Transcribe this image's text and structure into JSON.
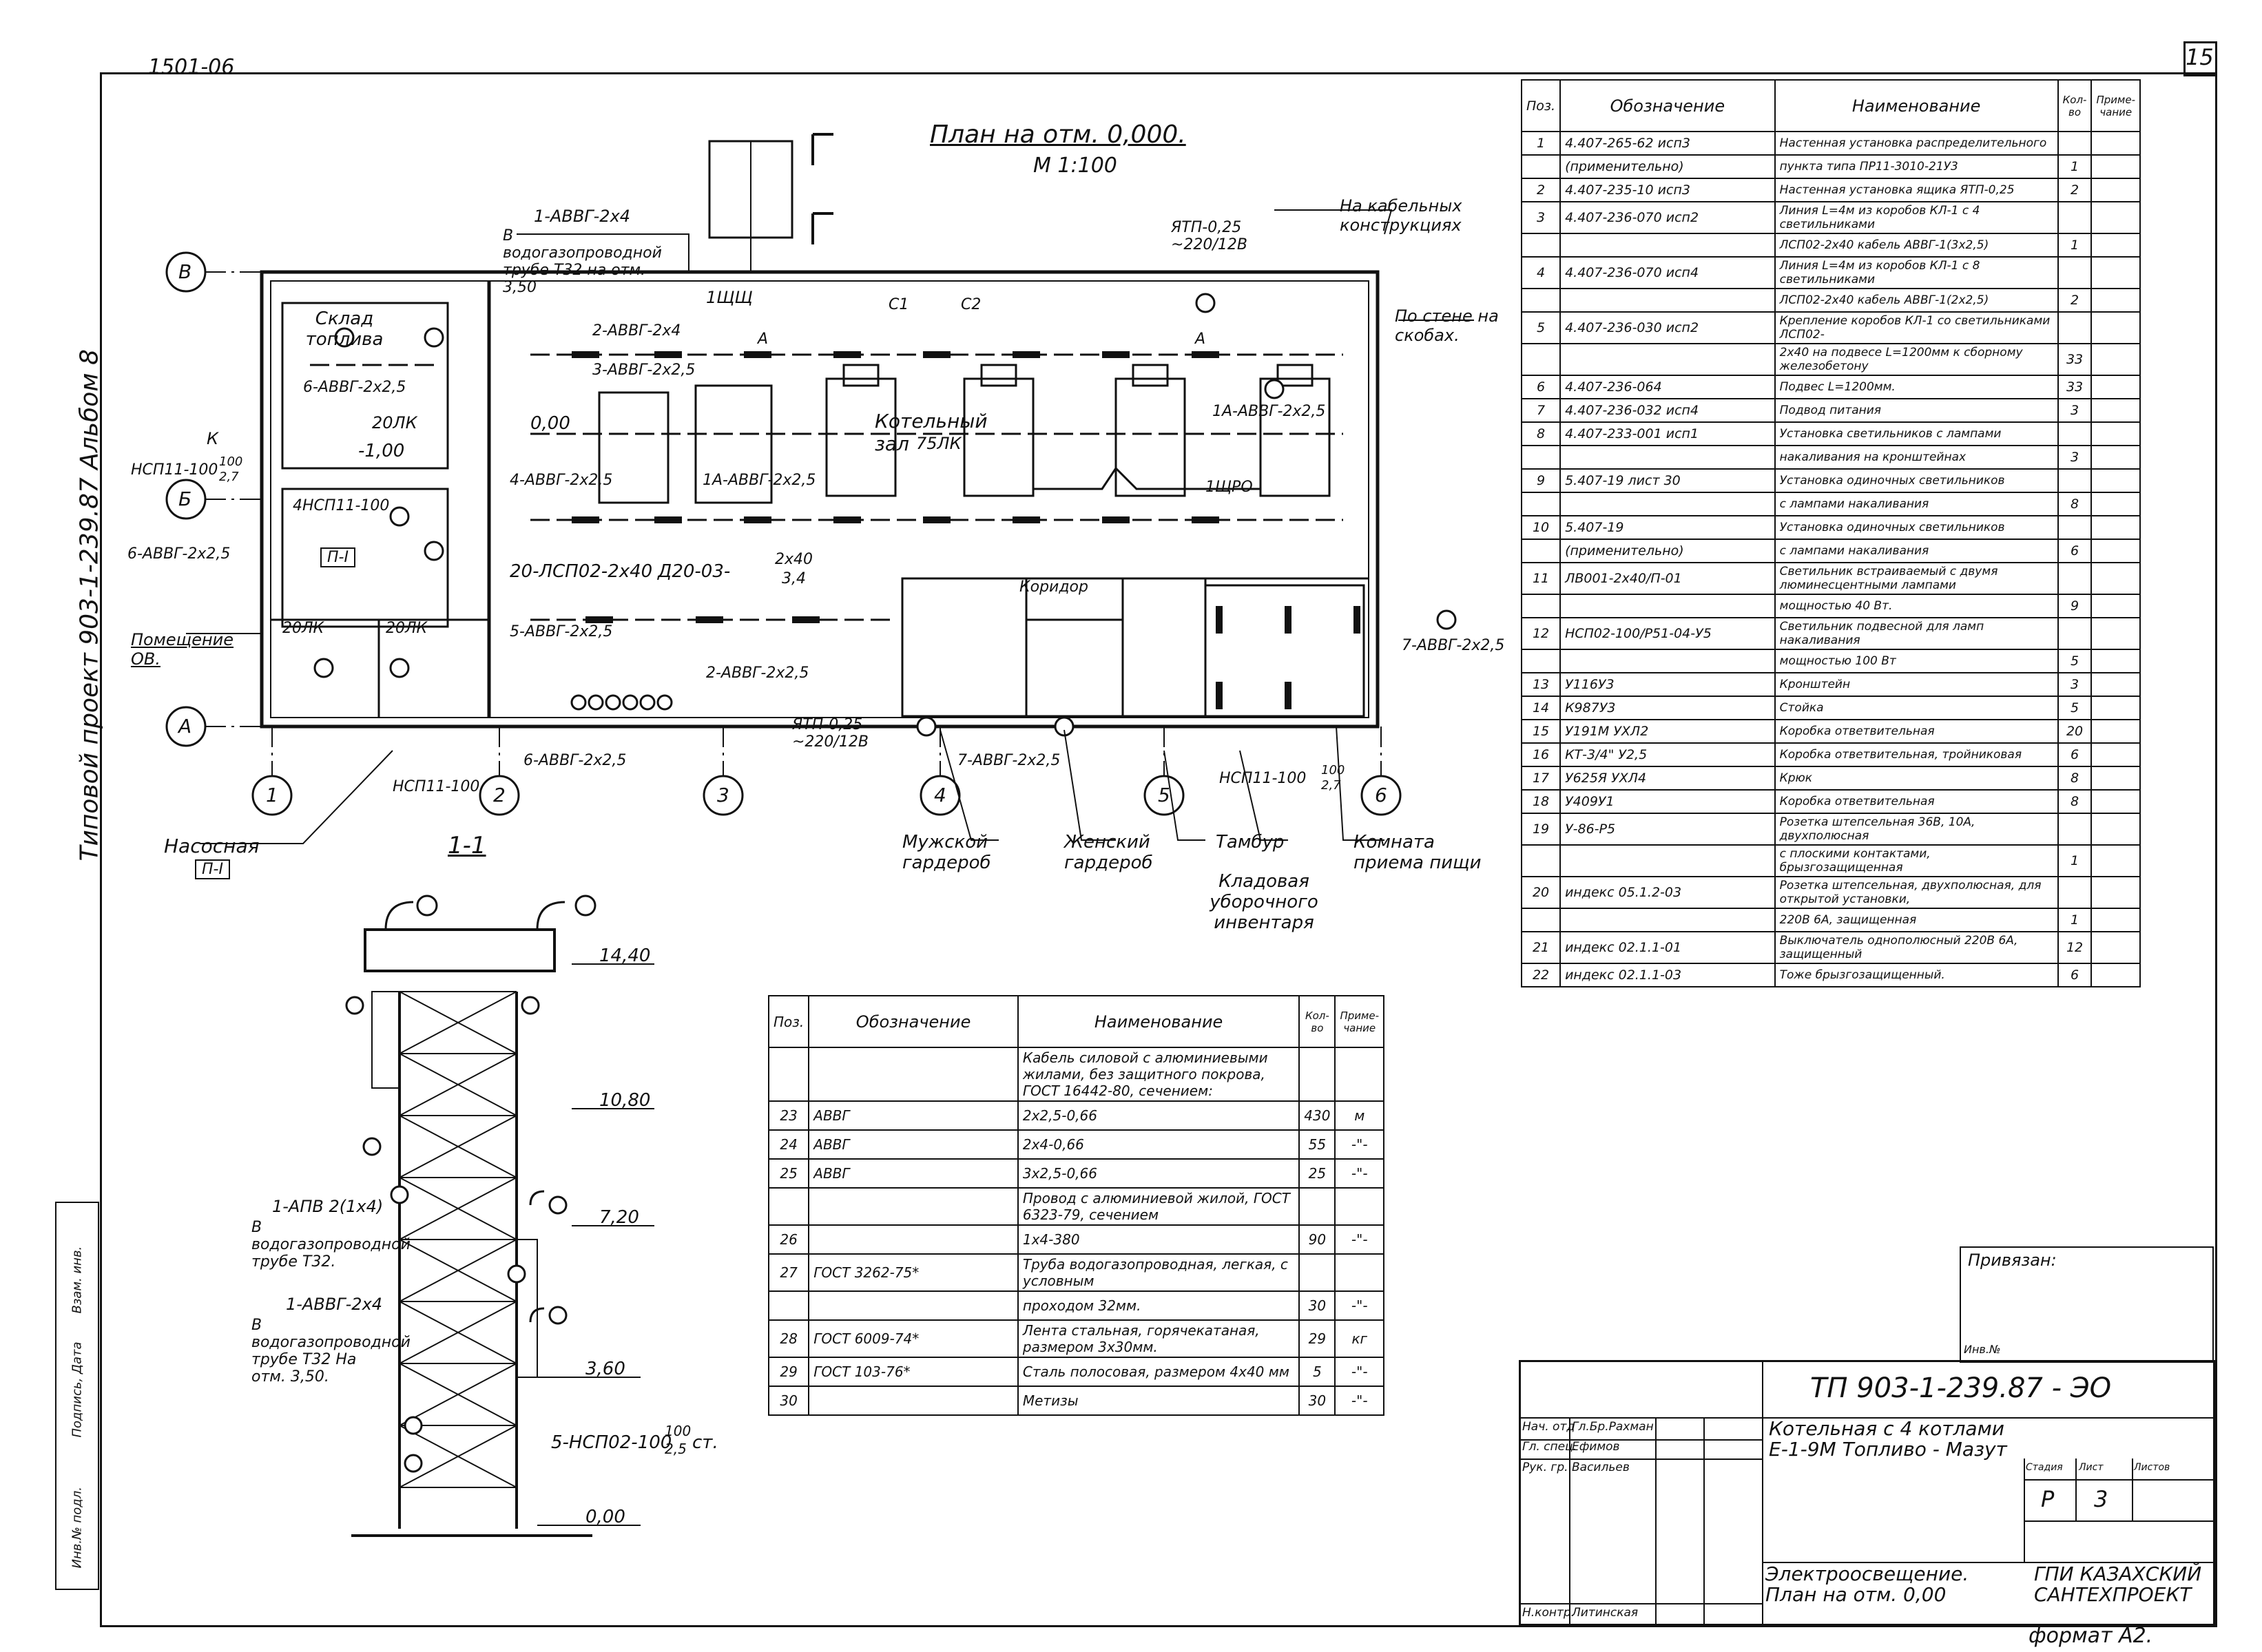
{
  "header": {
    "code_top_left": "1501-06",
    "sheet_number": "15",
    "side_title": "Типовой проект 903-1-239.87 Альбом 8"
  },
  "plan": {
    "title": "План на отм. 0,000.",
    "scale": "М 1:100",
    "axes_letters": [
      "В",
      "Б",
      "А"
    ],
    "axes_numbers": [
      "1",
      "2",
      "3",
      "4",
      "5",
      "6"
    ],
    "rooms": {
      "fuel_store": "Склад топлива",
      "boiler_hall": "Котельный зал",
      "boiler_hall_lux": "75ЛК",
      "corridor": "Коридор",
      "ov_room": "Помещение ОВ.",
      "pump_room": "Насосная",
      "mens": "Мужской гардероб",
      "womens": "Женский гардероб",
      "vestibule": "Тамбур",
      "food_room": "Комната приема пищи",
      "storage": "Кладовая уборочного инвентаря"
    },
    "labels": {
      "pipe1_cable": "1-АВВГ-2х4",
      "pipe1_text": "В водогазопроводной трубе Т32 на отм. 3,50",
      "cable_constructions": "На кабельных конструкциях",
      "on_wall": "По стене на скобах.",
      "ytp_top": "ЯТП-0,25 ~220/12В",
      "ytp_bottom": "ЯТП-0,25 ~220/12В",
      "shch": "1ЩЩ",
      "shchro": "1ЩРО",
      "level_000": "0,00",
      "level_100": "-1,00",
      "lux20": "20ЛК",
      "lamp_label": "НСП11-100",
      "lamp_frac_top": "100",
      "lamp_frac_bottom": "2,7",
      "lamp4": "4НСП11-100",
      "area_P1": "П-I",
      "c1": "С1",
      "c2": "С2",
      "A": "А",
      "k": "К"
    },
    "cables": [
      "6-АВВГ-2х2,5",
      "2-АВВГ-2х4",
      "3-АВВГ-2х2,5",
      "4-АВВГ-2х2,5",
      "1А-АВВГ-2х2,5",
      "1А-АВВГ-2х2,5",
      "5-АВВГ-2х2,5",
      "2-АВВГ-2х2,5",
      "7-АВВГ-2х2,5",
      "7-АВВГ-2х2,5",
      "6-АВВГ-2х2,5",
      "6-АВВГ-2х2,5",
      "20-ЛСП02-2х40",
      "Д20-03-",
      "2х40",
      "3,4"
    ]
  },
  "section": {
    "title": "1-1",
    "levels": [
      "14,40",
      "10,80",
      "7,20",
      "3,60",
      "0,00"
    ],
    "label1": "1-АПВ 2(1х4)",
    "label1_text": "В водогазопроводной трубе Т32.",
    "label2": "1-АВВГ-2х4",
    "label2_text": "В водогазопроводной трубе Т32 На отм. 3,50.",
    "lamps": "5-НСП02-100",
    "lamps_frac_top": "100",
    "lamps_frac_bottom": "2,5",
    "lamps_suffix": "ст."
  },
  "right_table": {
    "headers": [
      "Поз.",
      "Обозначение",
      "Наименование",
      "Кол-во",
      "Приме-чание"
    ],
    "rows": [
      [
        "1",
        "4.407-265-62 исп3",
        "Настенная установка распределительного",
        "",
        ""
      ],
      [
        "",
        "(применительно)",
        "пункта типа ПР11-3010-21У3",
        "1",
        ""
      ],
      [
        "2",
        "4.407-235-10 исп3",
        "Настенная установка ящика ЯТП-0,25",
        "2",
        ""
      ],
      [
        "3",
        "4.407-236-070 исп2",
        "Линия L=4м из коробов КЛ-1 с 4 светильниками",
        "",
        ""
      ],
      [
        "",
        "",
        "ЛСП02-2х40 кабель АВВГ-1(3х2,5)",
        "1",
        ""
      ],
      [
        "4",
        "4.407-236-070 исп4",
        "Линия L=4м из коробов КЛ-1 с 8 светильниками",
        "",
        ""
      ],
      [
        "",
        "",
        "ЛСП02-2х40 кабель АВВГ-1(2х2,5)",
        "2",
        ""
      ],
      [
        "5",
        "4.407-236-030 исп2",
        "Крепление коробов КЛ-1 со светильниками ЛСП02-",
        "",
        ""
      ],
      [
        "",
        "",
        "2х40 на подвесе L=1200мм к сборному железобетону",
        "33",
        ""
      ],
      [
        "6",
        "4.407-236-064",
        "Подвес L=1200мм.",
        "33",
        ""
      ],
      [
        "7",
        "4.407-236-032 исп4",
        "Подвод питания",
        "3",
        ""
      ],
      [
        "8",
        "4.407-233-001 исп1",
        "Установка светильников с лампами",
        "",
        ""
      ],
      [
        "",
        "",
        "накаливания на кронштейнах",
        "3",
        ""
      ],
      [
        "9",
        "5.407-19 лист 30",
        "Установка одиночных светильников",
        "",
        ""
      ],
      [
        "",
        "",
        "с лампами накаливания",
        "8",
        ""
      ],
      [
        "10",
        "5.407-19",
        "Установка одиночных светильников",
        "",
        ""
      ],
      [
        "",
        "(применительно)",
        "с лампами накаливания",
        "6",
        ""
      ],
      [
        "11",
        "ЛВ001-2х40/П-01",
        "Светильник встраиваемый с двумя люминесцентными лампами",
        "",
        ""
      ],
      [
        "",
        "",
        "мощностью 40 Вт.",
        "9",
        ""
      ],
      [
        "12",
        "НСП02-100/Р51-04-У5",
        "Светильник подвесной для ламп накаливания",
        "",
        ""
      ],
      [
        "",
        "",
        "мощностью 100 Вт",
        "5",
        ""
      ],
      [
        "13",
        "У116У3",
        "Кронштейн",
        "3",
        ""
      ],
      [
        "14",
        "К987У3",
        "Стойка",
        "5",
        ""
      ],
      [
        "15",
        "У191М УХЛ2",
        "Коробка ответвительная",
        "20",
        ""
      ],
      [
        "16",
        "КТ-3/4\" У2,5",
        "Коробка ответвительная, тройниковая",
        "6",
        ""
      ],
      [
        "17",
        "У625Я УХЛ4",
        "Крюк",
        "8",
        ""
      ],
      [
        "18",
        "У409У1",
        "Коробка ответвительная",
        "8",
        ""
      ],
      [
        "19",
        "У-86-Р5",
        "Розетка штепсельная 36В, 10А, двухполюсная",
        "",
        ""
      ],
      [
        "",
        "",
        "с плоскими контактами, брызгозащищенная",
        "1",
        ""
      ],
      [
        "20",
        "индекс 05.1.2-03",
        "Розетка штепсельная, двухполюсная, для открытой установки,",
        "",
        ""
      ],
      [
        "",
        "",
        "220В 6А, защищенная",
        "1",
        ""
      ],
      [
        "21",
        "индекс 02.1.1-01",
        "Выключатель однополюсный 220В 6А, защищенный",
        "12",
        ""
      ],
      [
        "22",
        "индекс 02.1.1-03",
        "Тоже брызгозащищенный.",
        "6",
        ""
      ]
    ]
  },
  "bottom_table": {
    "headers": [
      "Поз.",
      "Обозначение",
      "Наименование",
      "Кол-во",
      "Приме-чание"
    ],
    "rows": [
      [
        "",
        "",
        "Кабель силовой с алюминиевыми жилами, без защитного покрова, ГОСТ 16442-80, сечением:",
        "",
        ""
      ],
      [
        "23",
        "АВВГ",
        "2х2,5-0,66",
        "430",
        "м"
      ],
      [
        "24",
        "АВВГ",
        "2х4-0,66",
        "55",
        "-\"-"
      ],
      [
        "25",
        "АВВГ",
        "3х2,5-0,66",
        "25",
        "-\"-"
      ],
      [
        "",
        "",
        "Провод с алюминиевой жилой, ГОСТ 6323-79, сечением",
        "",
        ""
      ],
      [
        "26",
        "",
        "1х4-380",
        "90",
        "-\"-"
      ],
      [
        "27",
        "ГОСТ 3262-75*",
        "Труба водогазопроводная, легкая, с условным",
        "",
        ""
      ],
      [
        "",
        "",
        "проходом 32мм.",
        "30",
        "-\"-"
      ],
      [
        "28",
        "ГОСТ 6009-74*",
        "Лента стальная, горячекатаная, размером 3х30мм.",
        "29",
        "кг"
      ],
      [
        "29",
        "ГОСТ 103-76*",
        "Сталь полосовая, размером 4х40 мм",
        "5",
        "-\"-"
      ],
      [
        "30",
        "",
        "Метизы",
        "30",
        "-\"-"
      ]
    ]
  },
  "title_block": {
    "privyazan": "Привязан:",
    "inv": "Инв.№",
    "code": "ТП 903-1-239.87 - ЭО",
    "project": "Котельная с 4 котлами Е-1-9М Топливо - Мазут",
    "sheet_title": "Электроосвещение. План на отм. 0,00",
    "org": "ГПИ КАЗАХСКИЙ САНТЕХПРОЕКТ",
    "stage_label": "Стадия",
    "sheet_label": "Лист",
    "sheets_label": "Листов",
    "stage": "Р",
    "sheet": "3",
    "people": [
      {
        "role": "Нач. отд",
        "name": "Гл.Бр.Рахман"
      },
      {
        "role": "Гл. спец.",
        "name": "Ефимов"
      },
      {
        "role": "Рук. гр.",
        "name": "Васильев"
      },
      {
        "role": "Н.контр.",
        "name": "Литинская"
      }
    ],
    "format": "формат А2."
  },
  "stamp_column": [
    "Инв.№ подл.",
    "Подпись, Дата",
    "Взам. инв."
  ]
}
